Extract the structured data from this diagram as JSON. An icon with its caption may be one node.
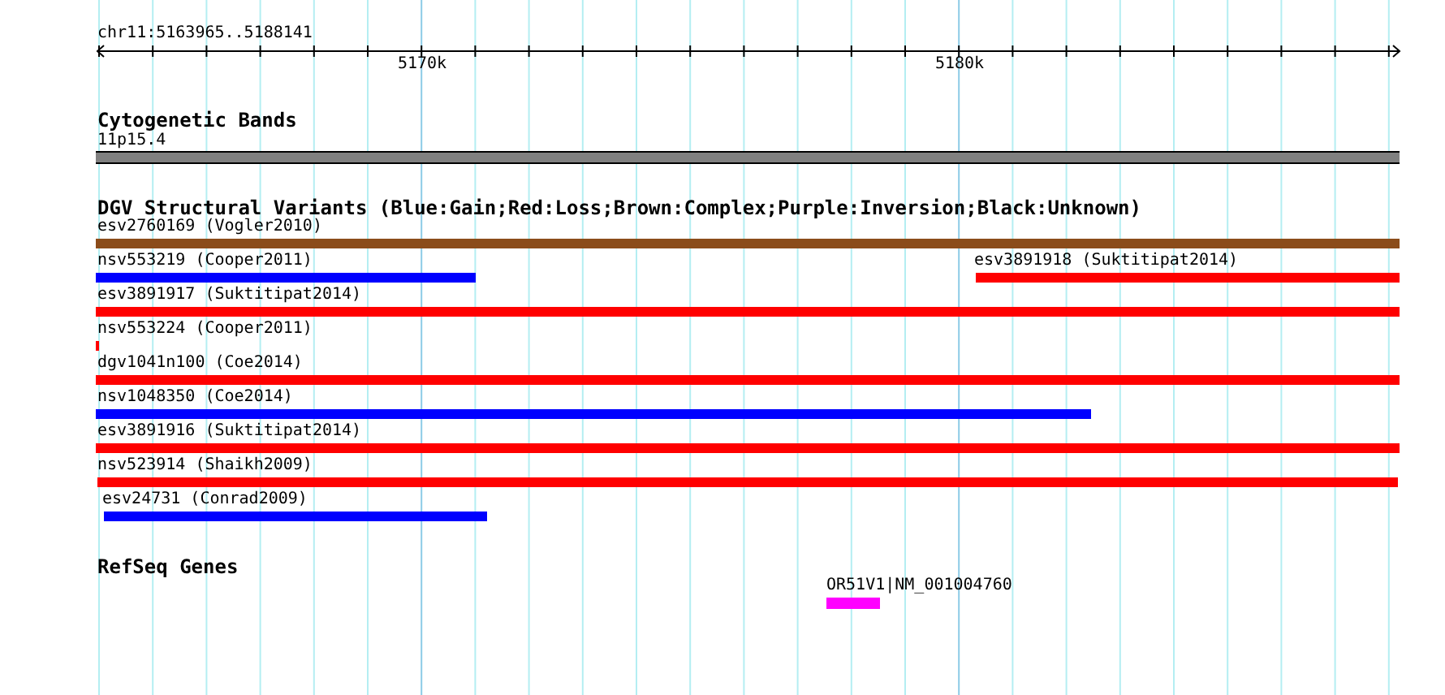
{
  "diagram": {
    "nodes": [
      {
        "text": [
          "11p15.4"
        ]
      },
      {
        "text": [
          "esv2760169 (Vogler2010)"
        ]
      },
      {
        "text": [
          "nsv553219 (Cooper2011)"
        ]
      },
      {
        "text": [
          "esv3891918 (Suktitipat2014)"
        ]
      },
      {
        "text": [
          "esv3891917 (Suktitipat2014)"
        ]
      },
      {
        "text": [
          "nsv553224 (Cooper2011)"
        ]
      },
      {
        "text": [
          "dgv1041n100 (Coe2014)"
        ]
      },
      {
        "text": [
          "nsv1048350 (Coe2014)"
        ]
      },
      {
        "text": [
          "esv3891916 (Suktitipat2014)"
        ]
      },
      {
        "text": [
          "nsv523914 (Shaikh2009)"
        ]
      },
      {
        "text": [
          "esv24731 (Conrad2009)"
        ]
      },
      {
        "text": [
          "OR51V1|NM_001004760"
        ]
      }
    ],
    "labels": [
      "chr11:5163965..5188141",
      "5170k",
      "5180k",
      "Cytogenetic Bands",
      "DGV Structural Variants (Blue:Gain;Red:Loss;Brown:Complex;Purple:Inversion;Black:Unknown)",
      "RefSeq Genes"
    ]
  }
}
